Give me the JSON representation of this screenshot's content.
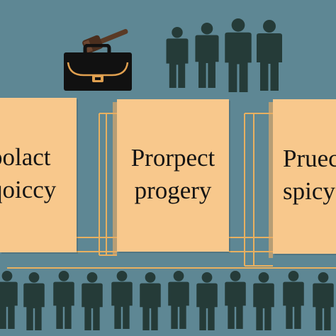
{
  "panels": [
    {
      "line1": "polact",
      "line2": "qoiccy"
    },
    {
      "line1": "Prorpect",
      "line2": "progery"
    },
    {
      "line1": "Pruec",
      "line2": "spicy"
    }
  ],
  "icons": [
    "gavel-icon",
    "briefcase-icon",
    "person-icon"
  ],
  "colors": {
    "background": "#5e8794",
    "panel": "#f8c88c",
    "connector": "#e8b060",
    "figure": "#253b38"
  }
}
